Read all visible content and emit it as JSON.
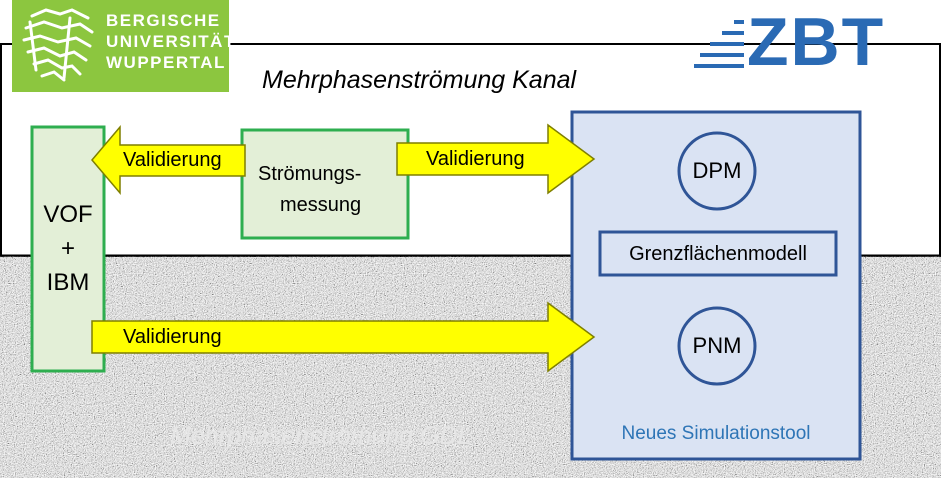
{
  "colors": {
    "green_border": "#2eae4f",
    "green_fill": "#e3efd7",
    "blue_border": "#2f5597",
    "blue_fill": "#dae3f3",
    "arrow_fill": "#ffff00",
    "arrow_stroke": "#7f7f00",
    "uni_green": "#8cc63f",
    "zbt_blue": "#2a6ab4",
    "label_blue": "#2e75b6"
  },
  "university_logo": {
    "icon": "bergische-lion-icon",
    "line1": "BERGISCHE",
    "line2": "UNIVERSITÄT",
    "line3": "WUPPERTAL"
  },
  "zbt_logo": {
    "icon": "zbt-stripes-icon",
    "text": "ZBT"
  },
  "regions": {
    "channel_label": "Mehrphasenströmung Kanal",
    "gdl_label": "Mehrphasenströmung GDL"
  },
  "vof_box": {
    "line1": "VOF",
    "line2": "+",
    "line3": "IBM"
  },
  "measurement_box": {
    "line1": "Strömungs-",
    "line2": "messung"
  },
  "arrows": {
    "left_label": "Validierung",
    "right_top_label": "Validierung",
    "bottom_label": "Validierung"
  },
  "sim_tool": {
    "dpm": "DPM",
    "interface_model": "Grenzflächenmodell",
    "pnm": "PNM",
    "title": "Neues Simulationstool"
  }
}
